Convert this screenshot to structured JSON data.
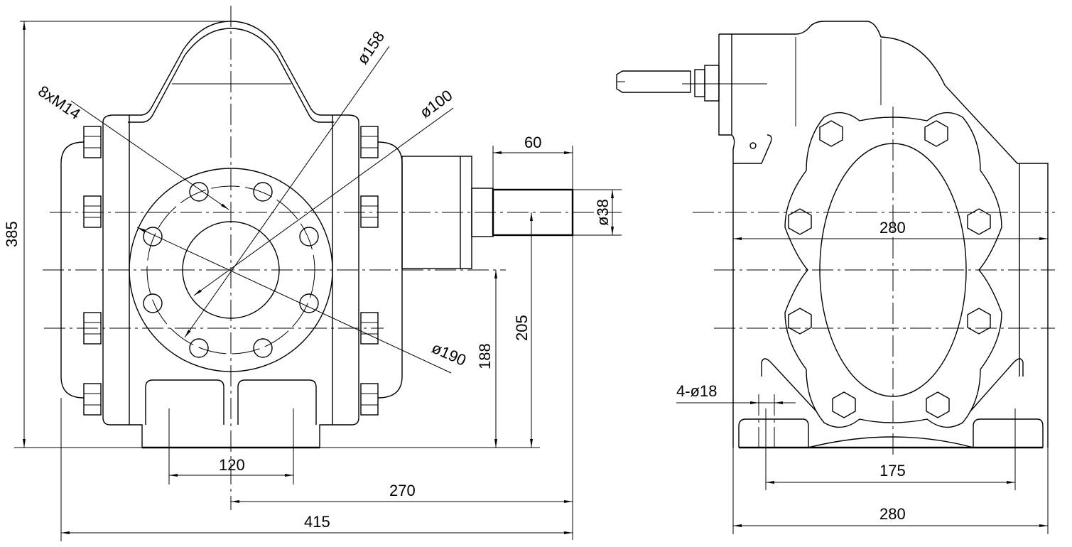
{
  "drawing": {
    "subject": "Gear pump outline dimension drawing",
    "views": [
      "front-view",
      "side-view"
    ],
    "line_color": "#000000",
    "background": "#ffffff"
  },
  "front_view": {
    "labels": {
      "bolt_spec": "8xM14",
      "dia_158": "ø158",
      "dia_100": "ø100",
      "dia_190": "ø190",
      "shaft_length": "60",
      "shaft_dia": "ø38",
      "overall_height": "385",
      "center_height": "188",
      "shaft_center_height": "205",
      "foot_holes_span": "120",
      "center_to_shaft_end": "270",
      "overall_length": "415"
    }
  },
  "side_view": {
    "labels": {
      "flange_width": "280",
      "mount_holes": "4-ø18",
      "mount_holes_span": "175",
      "base_width": "280"
    }
  }
}
